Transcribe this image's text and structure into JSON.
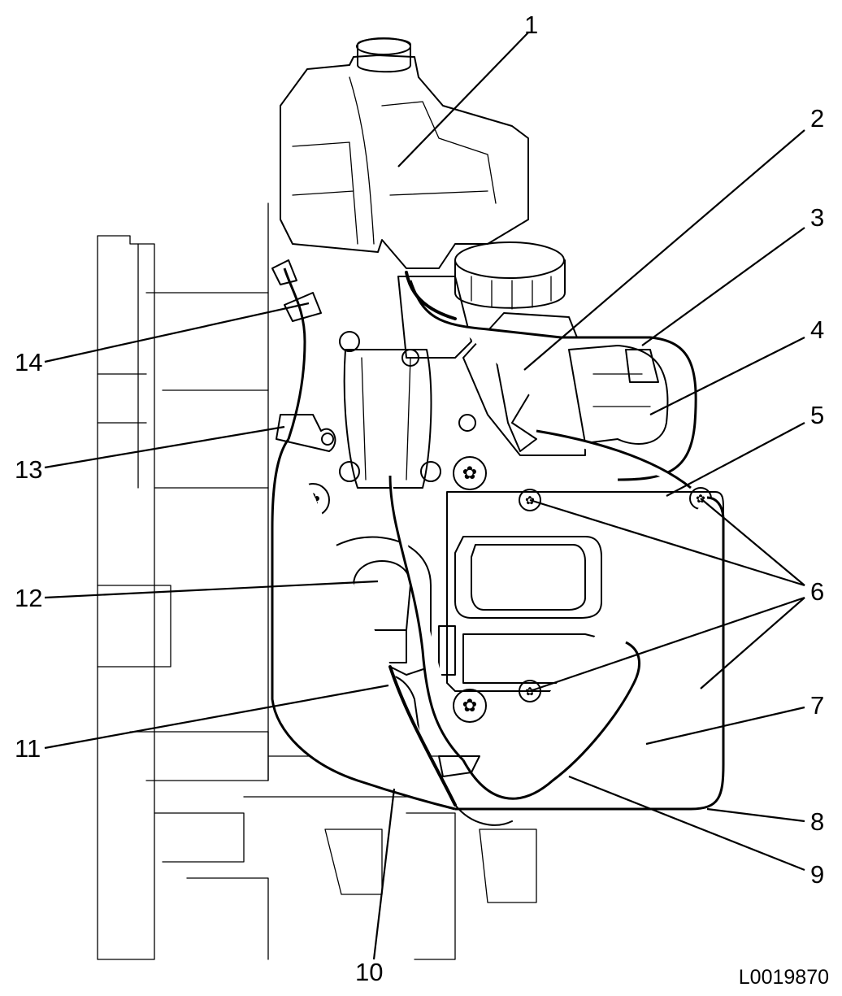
{
  "diagram": {
    "reference_code": "L0019870",
    "callouts": [
      {
        "id": "1",
        "label": "1"
      },
      {
        "id": "2",
        "label": "2"
      },
      {
        "id": "3",
        "label": "3"
      },
      {
        "id": "4",
        "label": "4"
      },
      {
        "id": "5",
        "label": "5"
      },
      {
        "id": "6",
        "label": "6"
      },
      {
        "id": "7",
        "label": "7"
      },
      {
        "id": "8",
        "label": "8"
      },
      {
        "id": "9",
        "label": "9"
      },
      {
        "id": "10",
        "label": "10"
      },
      {
        "id": "11",
        "label": "11"
      },
      {
        "id": "12",
        "label": "12"
      },
      {
        "id": "13",
        "label": "13"
      },
      {
        "id": "14",
        "label": "14"
      }
    ]
  }
}
